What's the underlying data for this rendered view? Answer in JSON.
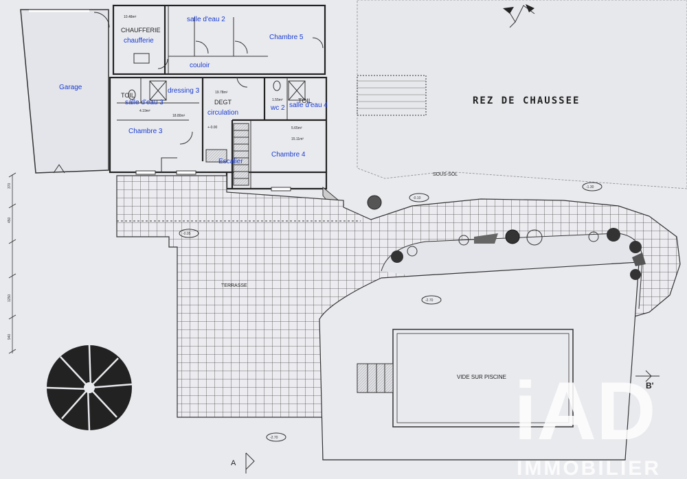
{
  "plan_title": "REZ DE CHAUSSEE",
  "rooms": [
    {
      "id": "garage",
      "label": "Garage"
    },
    {
      "id": "chaufferie_upper",
      "label": "CHAUFFERIE"
    },
    {
      "id": "chaufferie",
      "label": "chaufferie"
    },
    {
      "id": "chaufferie_area",
      "label": "10.48m²"
    },
    {
      "id": "salle_eau_2",
      "label": "salle d'eau 2"
    },
    {
      "id": "chambre_5",
      "label": "Chambre 5"
    },
    {
      "id": "couloir",
      "label": "couloir"
    },
    {
      "id": "toil_left",
      "label": "TOIL"
    },
    {
      "id": "salle_eau_3",
      "label": "salle d'eau 3"
    },
    {
      "id": "dressing_3",
      "label": "dressing 3"
    },
    {
      "id": "degt",
      "label": "DEGT"
    },
    {
      "id": "degt_area",
      "label": "19.78m²"
    },
    {
      "id": "circulation",
      "label": "circulation"
    },
    {
      "id": "wc2_area",
      "label": "1.55m²"
    },
    {
      "id": "wc_2",
      "label": "wc 2"
    },
    {
      "id": "toil_right",
      "label": "TOIL"
    },
    {
      "id": "salle_eau_4",
      "label": "salle d'eau 4"
    },
    {
      "id": "area_419",
      "label": "4.19m²"
    },
    {
      "id": "area_1880",
      "label": "18.80m²"
    },
    {
      "id": "chambre_3",
      "label": "Chambre 3"
    },
    {
      "id": "level_000",
      "label": "+-0.00"
    },
    {
      "id": "area_565",
      "label": "5.65m²"
    },
    {
      "id": "area_1511",
      "label": "15.11m²"
    },
    {
      "id": "chambre_4",
      "label": "Chambre 4"
    },
    {
      "id": "escalier",
      "label": "Escalier"
    },
    {
      "id": "sous_sol",
      "label": "SOUS-SOL"
    },
    {
      "id": "terrasse",
      "label": "TERRASSE"
    },
    {
      "id": "piscine",
      "label": "VIDE SUR PISCINE"
    }
  ],
  "levels": [
    "-0.10",
    "-1.30",
    "-0.05",
    "-2.70",
    "-2.70"
  ],
  "dimensions": [
    "370",
    "450",
    "1250",
    "940"
  ],
  "section_marks": {
    "a": "A",
    "b": "B'"
  },
  "watermark": {
    "brand": "iAD",
    "sub": "IMMOBILIER"
  }
}
